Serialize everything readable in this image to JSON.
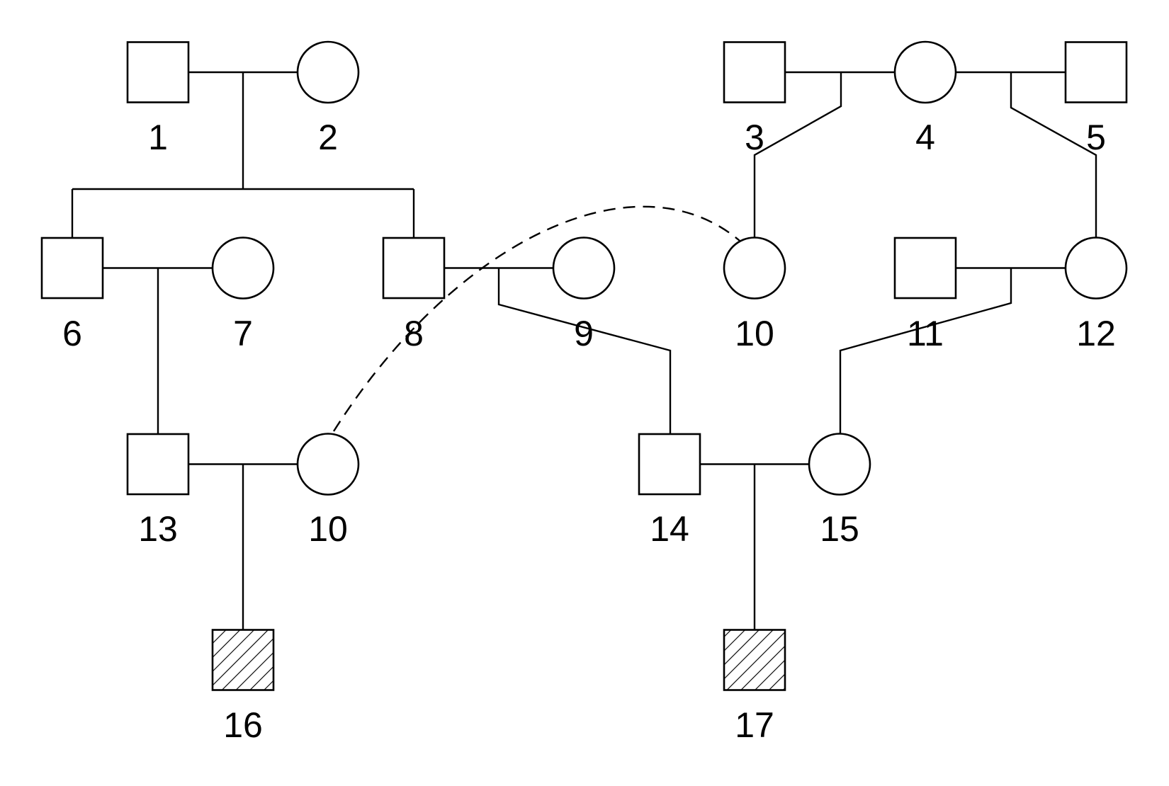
{
  "figure": {
    "kind": "pedigree-diagram",
    "background_color": "#ffffff",
    "stroke_color": "#000000",
    "symbol_legend": {
      "square": "male",
      "circle": "female",
      "diagonal_hatch_fill": "affected",
      "dashed_arc": "same-individual-appears-twice"
    }
  },
  "individuals": [
    {
      "label": "1",
      "sex": "male",
      "affected": false,
      "generation": 1
    },
    {
      "label": "2",
      "sex": "female",
      "affected": false,
      "generation": 1
    },
    {
      "label": "3",
      "sex": "male",
      "affected": false,
      "generation": 1
    },
    {
      "label": "4",
      "sex": "female",
      "affected": false,
      "generation": 1
    },
    {
      "label": "5",
      "sex": "male",
      "affected": false,
      "generation": 1
    },
    {
      "label": "6",
      "sex": "male",
      "affected": false,
      "generation": 2
    },
    {
      "label": "7",
      "sex": "female",
      "affected": false,
      "generation": 2
    },
    {
      "label": "8",
      "sex": "male",
      "affected": false,
      "generation": 2
    },
    {
      "label": "9",
      "sex": "female",
      "affected": false,
      "generation": 2
    },
    {
      "label": "10",
      "sex": "female",
      "affected": false,
      "generation": 2
    },
    {
      "label": "11",
      "sex": "male",
      "affected": false,
      "generation": 2
    },
    {
      "label": "12",
      "sex": "female",
      "affected": false,
      "generation": 2
    },
    {
      "label": "13",
      "sex": "male",
      "affected": false,
      "generation": 3
    },
    {
      "label": "10",
      "sex": "female",
      "affected": false,
      "generation": 3
    },
    {
      "label": "14",
      "sex": "male",
      "affected": false,
      "generation": 3
    },
    {
      "label": "15",
      "sex": "female",
      "affected": false,
      "generation": 3
    },
    {
      "label": "16",
      "sex": "male",
      "affected": true,
      "generation": 4
    },
    {
      "label": "17",
      "sex": "male",
      "affected": true,
      "generation": 4
    }
  ],
  "unions": [
    {
      "partners": [
        "1",
        "2"
      ],
      "children": [
        "6",
        "8"
      ]
    },
    {
      "partners": [
        "3",
        "4"
      ],
      "children": [
        "10"
      ]
    },
    {
      "partners": [
        "4",
        "5"
      ],
      "children": [
        "12"
      ]
    },
    {
      "partners": [
        "6",
        "7"
      ],
      "children": [
        "13"
      ]
    },
    {
      "partners": [
        "8",
        "9"
      ],
      "children": [
        "14"
      ]
    },
    {
      "partners": [
        "11",
        "12"
      ],
      "children": [
        "15"
      ]
    },
    {
      "partners": [
        "13",
        "10"
      ],
      "children": [
        "16"
      ]
    },
    {
      "partners": [
        "14",
        "15"
      ],
      "children": [
        "17"
      ]
    }
  ],
  "duplicate_link": {
    "labels": [
      "10",
      "10"
    ],
    "style": "dashed-arc"
  }
}
